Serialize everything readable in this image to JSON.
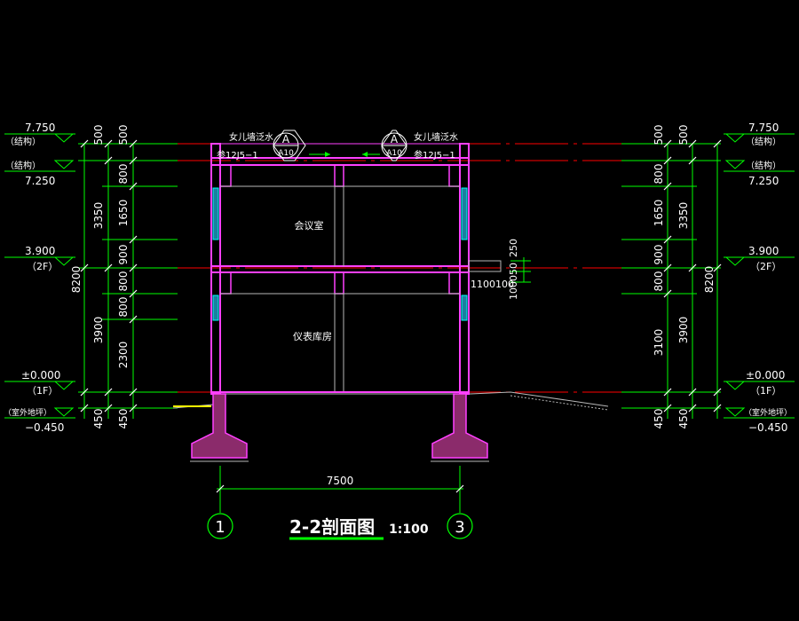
{
  "title": {
    "text": "2-2剖面图",
    "scale": "1:100"
  },
  "levels": {
    "parapet_top": "7.750",
    "structure_label": "（结构）",
    "roof": "7.250",
    "second": "3.900",
    "second_tag": "（2F）",
    "ground": "±0.000",
    "ground_tag": "（1F）",
    "outdoor_tag": "（室外地坪）",
    "outdoor": "−0.450"
  },
  "dims_left": {
    "outer": [
      "500",
      "3350",
      "3900",
      "450"
    ],
    "inner": [
      "500",
      "800",
      "1650",
      "900",
      "800",
      "800",
      "2300",
      "450"
    ],
    "total": "8200"
  },
  "dims_right": {
    "inner": [
      "500",
      "800",
      "1650",
      "900",
      "800",
      "3100",
      "450"
    ],
    "outer": [
      "500",
      "3350",
      "3900",
      "450"
    ],
    "total": "8200"
  },
  "rooms": {
    "upper": "会议室",
    "lower": "仪表库房"
  },
  "notes": {
    "parapet_left": "女儿墙泛水",
    "parapet_right": "女儿墙泛水",
    "ref_left": "参12J5−1",
    "ref_right": "参12J5−1",
    "detail_letter": "A",
    "detail_sheet": "A10",
    "canopy_dim": "250",
    "canopy_small": "1100100",
    "canopy_height": "100050"
  },
  "axes": {
    "left": "1",
    "right": "3",
    "span": "7500"
  },
  "colors": {
    "wall": "#ff40ff",
    "dim": "#00ff00",
    "level": "#ff0000",
    "grey": "#b8b8b8",
    "text": "#ffffff"
  }
}
